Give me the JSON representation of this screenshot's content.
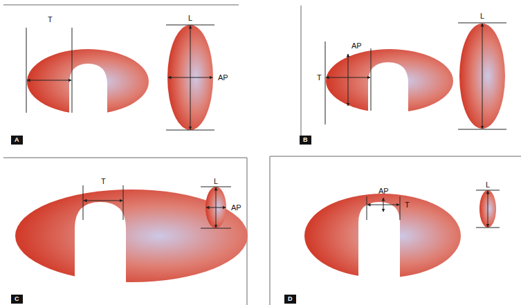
{
  "diagram": {
    "labels": [
      "T",
      "L",
      "AP",
      "A",
      "AP",
      "T",
      "L",
      "B",
      "T",
      "L",
      "AP",
      "C",
      "AP",
      "T",
      "L",
      "D"
    ]
  }
}
